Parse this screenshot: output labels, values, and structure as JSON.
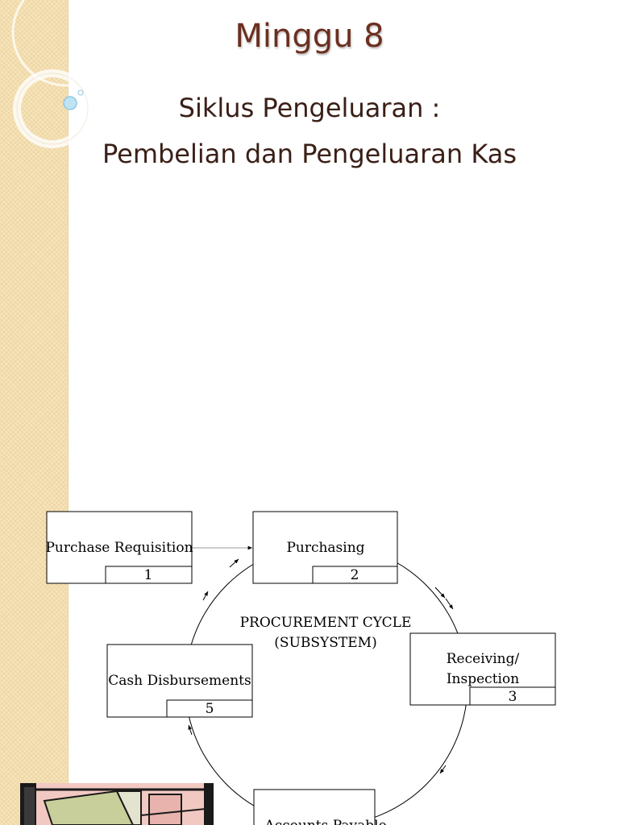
{
  "slide": {
    "title": "Minggu 8",
    "subtitle_line1": "Siklus Pengeluaran :",
    "subtitle_line2": "Pembelian dan Pengeluaran Kas"
  },
  "diagram": {
    "center_label_line1": "PROCUREMENT CYCLE",
    "center_label_line2": "(SUBSYSTEM)",
    "boxes": [
      {
        "label": "Purchase Requisition",
        "number": "1"
      },
      {
        "label": "Purchasing",
        "number": "2"
      },
      {
        "label_line1": "Receiving/",
        "label_line2": "Inspection",
        "number": "3"
      },
      {
        "label": "Accounts Payable"
      },
      {
        "label": "Cash Disbursements",
        "number": "5"
      }
    ]
  },
  "colors": {
    "title": "#6b2f1f",
    "subtitle": "#3a1f17",
    "sidebar": "#f6e3b8"
  }
}
